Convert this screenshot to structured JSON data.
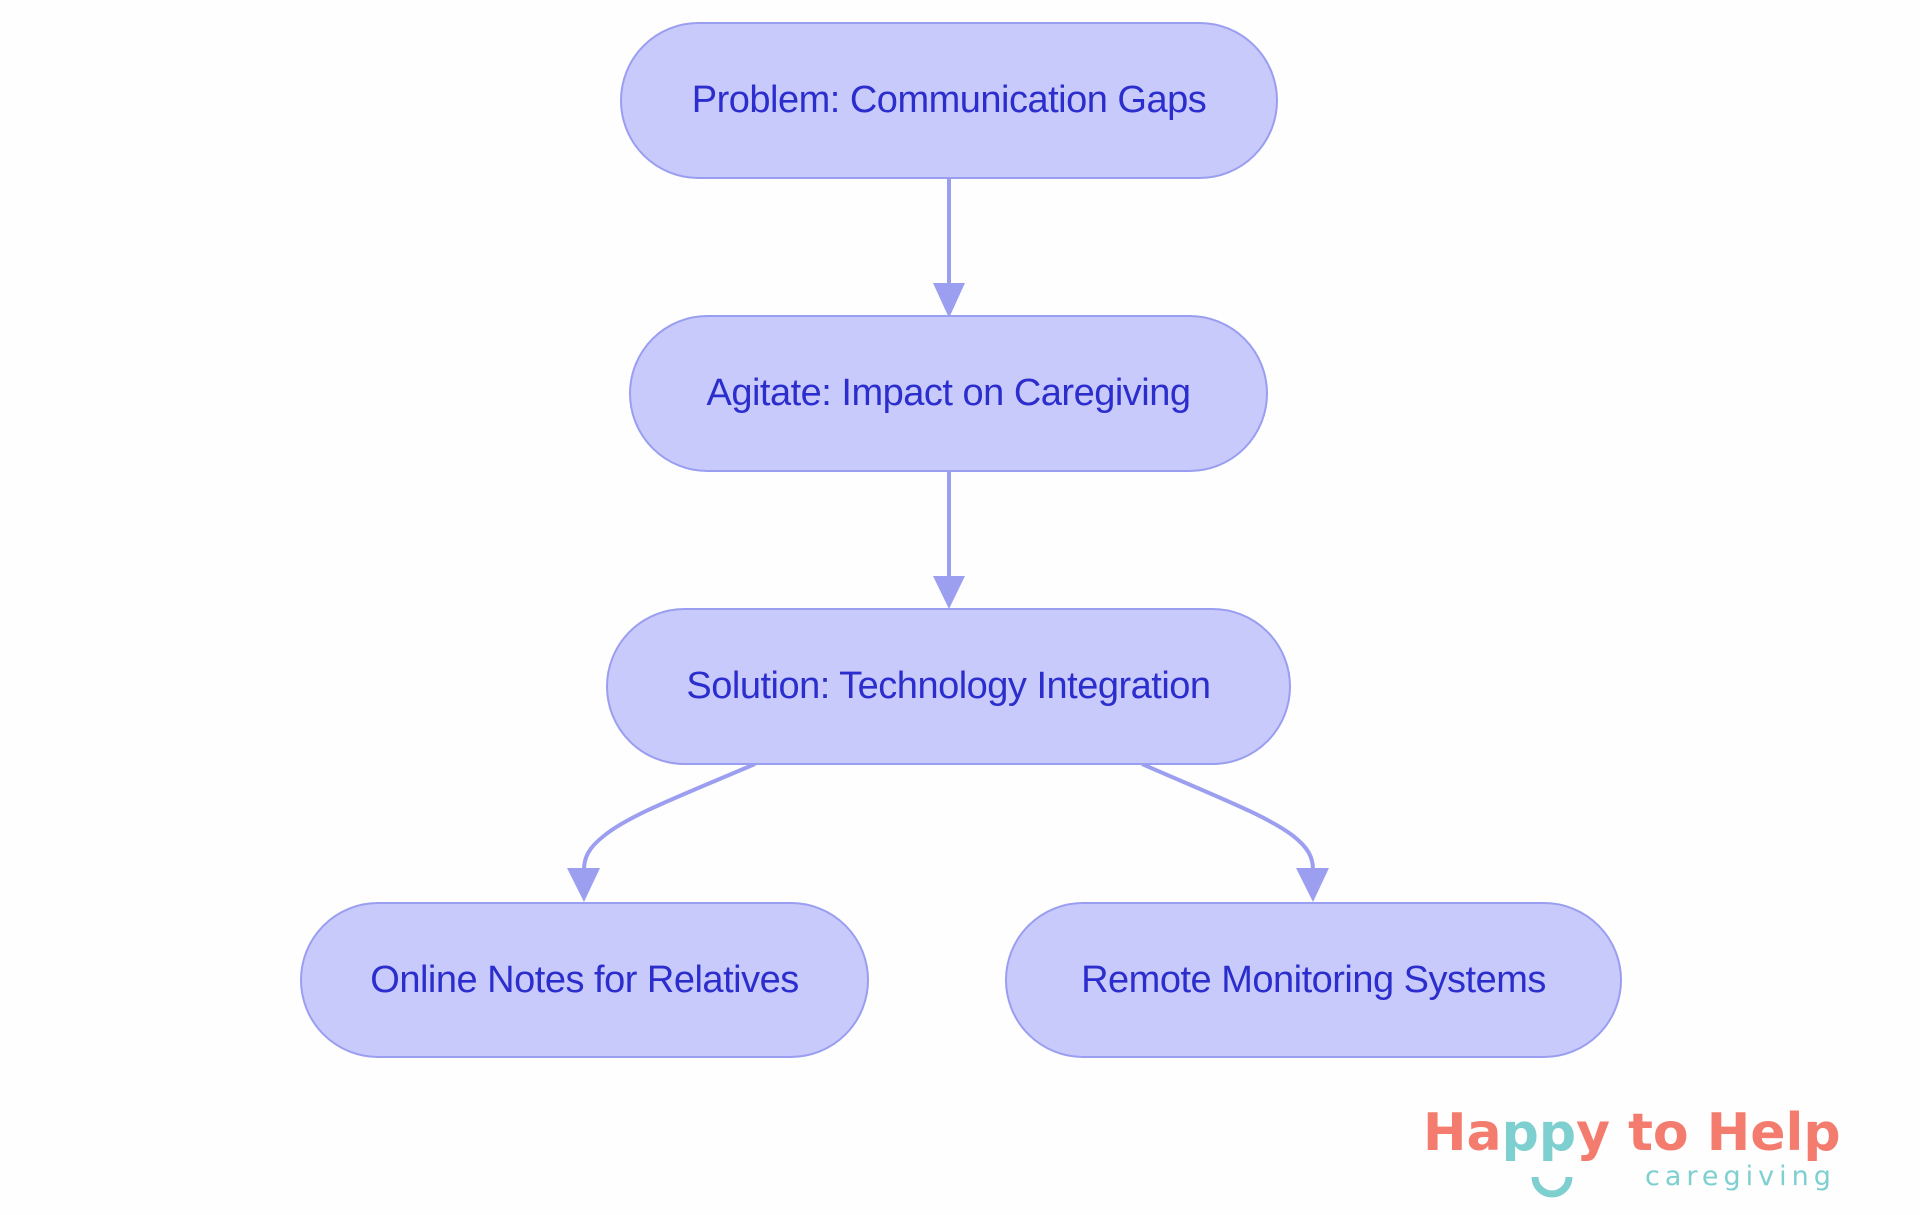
{
  "diagram": {
    "type": "flowchart",
    "direction": "top-down",
    "colors": {
      "node_fill": "#C9CAFC",
      "node_stroke": "#9A9EF0",
      "node_text": "#2B2ECC",
      "edge": "#9C9FF0",
      "background": "#FEFEFE"
    },
    "nodes": {
      "problem": {
        "label": "Problem: Communication Gaps"
      },
      "agitate": {
        "label": "Agitate: Impact on Caregiving"
      },
      "solution": {
        "label": "Solution: Technology Integration"
      },
      "online_notes": {
        "label": "Online Notes for Relatives"
      },
      "remote_monitoring": {
        "label": "Remote Monitoring Systems"
      }
    },
    "edges": [
      {
        "from": "problem",
        "to": "agitate"
      },
      {
        "from": "agitate",
        "to": "solution"
      },
      {
        "from": "solution",
        "to": "online_notes"
      },
      {
        "from": "solution",
        "to": "remote_monitoring"
      }
    ]
  },
  "logo": {
    "part1": "Ha",
    "part2": "pp",
    "part3": "y to Help",
    "subtitle": "caregiving",
    "colors": {
      "primary": "#F47C6E",
      "secondary": "#7ECFCF"
    }
  }
}
